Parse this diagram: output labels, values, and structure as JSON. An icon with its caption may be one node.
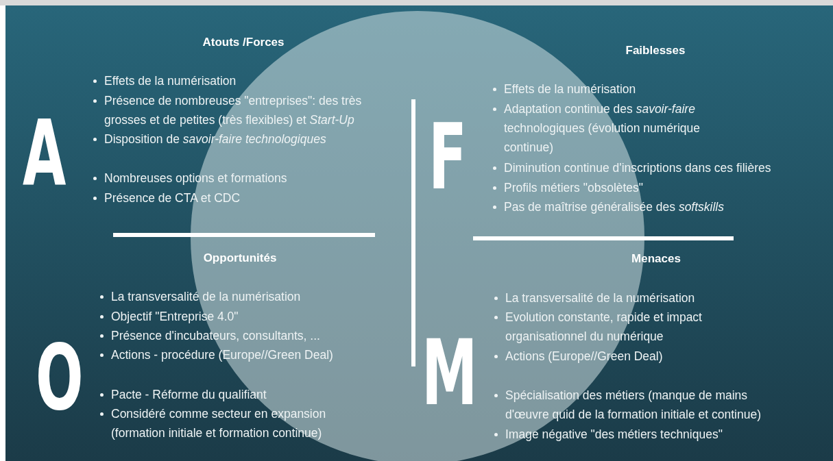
{
  "diagram": {
    "labels": [
      "Atouts /Forces",
      "A",
      "Effets de la numérisation",
      "Présence de nombreuses \"entreprises\": des très grosses et de petites (très flexibles) et *Start-Up*",
      "Disposition de *savoir-faire technologiques*",
      "Nombreuses options et formations",
      "Présence de CTA et CDC",
      "Faiblesses",
      "F",
      "Effets de la numérisation",
      "Adaptation continue des *savoir-faire* technologiques (évolution numérique continue)",
      "Diminution continue d'inscriptions dans ces filières",
      "Profils métiers \"obsolètes\"",
      "Pas de maîtrise  généralisée des *softskills*",
      "Opportunités",
      "O",
      "La transversalité de la numérisation",
      "Objectif \"Entreprise 4.0\"",
      "Présence d'incubateurs, consultants, ...",
      "Actions - procédure (Europe//Green Deal)",
      "Pacte - Réforme du qualifiant",
      "Considéré comme secteur en expansion (formation initiale et formation continue)",
      "Menaces",
      "M",
      "La transversalité de la numérisation",
      "Evolution constante, rapide et impact organisationnel du numérique",
      "Actions (Europe//Green Deal)",
      "Spécialisation des métiers (manque de mains d'œuvre quid de la formation initiale et continue)",
      "Image négative \"des métiers techniques\""
    ]
  }
}
